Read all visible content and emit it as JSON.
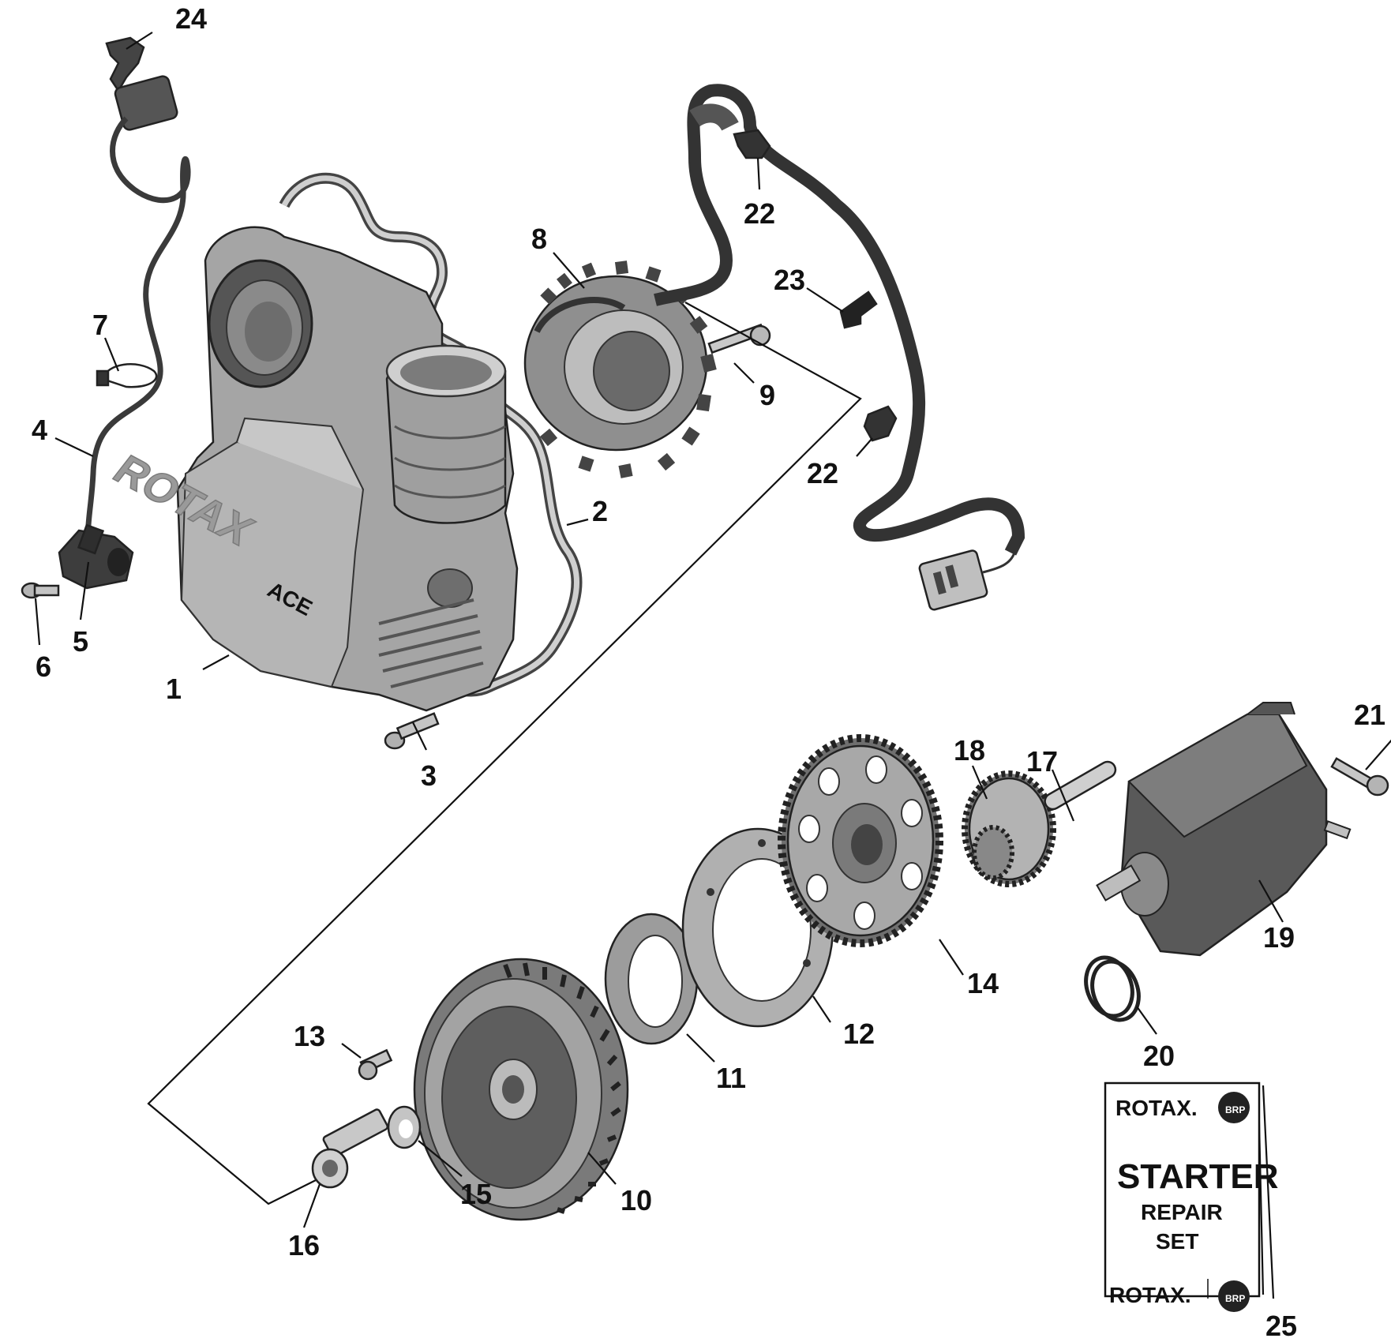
{
  "callouts": {
    "c1": "1",
    "c2": "2",
    "c3": "3",
    "c4": "4",
    "c5": "5",
    "c6": "6",
    "c7": "7",
    "c8": "8",
    "c9": "9",
    "c10": "10",
    "c11": "11",
    "c12": "12",
    "c13": "13",
    "c14": "14",
    "c15": "15",
    "c16": "16",
    "c17": "17",
    "c18": "18",
    "c19": "19",
    "c20": "20",
    "c21": "21",
    "c22a": "22",
    "c22b": "22",
    "c23": "23",
    "c24": "24",
    "c25": "25"
  },
  "cover_emboss": {
    "brand": "ROTAX",
    "sub": "ACE"
  },
  "kit_card": {
    "logo_top": "ROTAX.",
    "title": "STARTER",
    "line2": "REPAIR",
    "line3": "SET",
    "logo_bottom": "ROTAX.",
    "badge": "BRP"
  },
  "colors": {
    "part_fill": "#a9a9a9",
    "part_dark": "#6f6f6f",
    "part_light": "#cfcfcf",
    "wire": "#3a3a3a"
  }
}
